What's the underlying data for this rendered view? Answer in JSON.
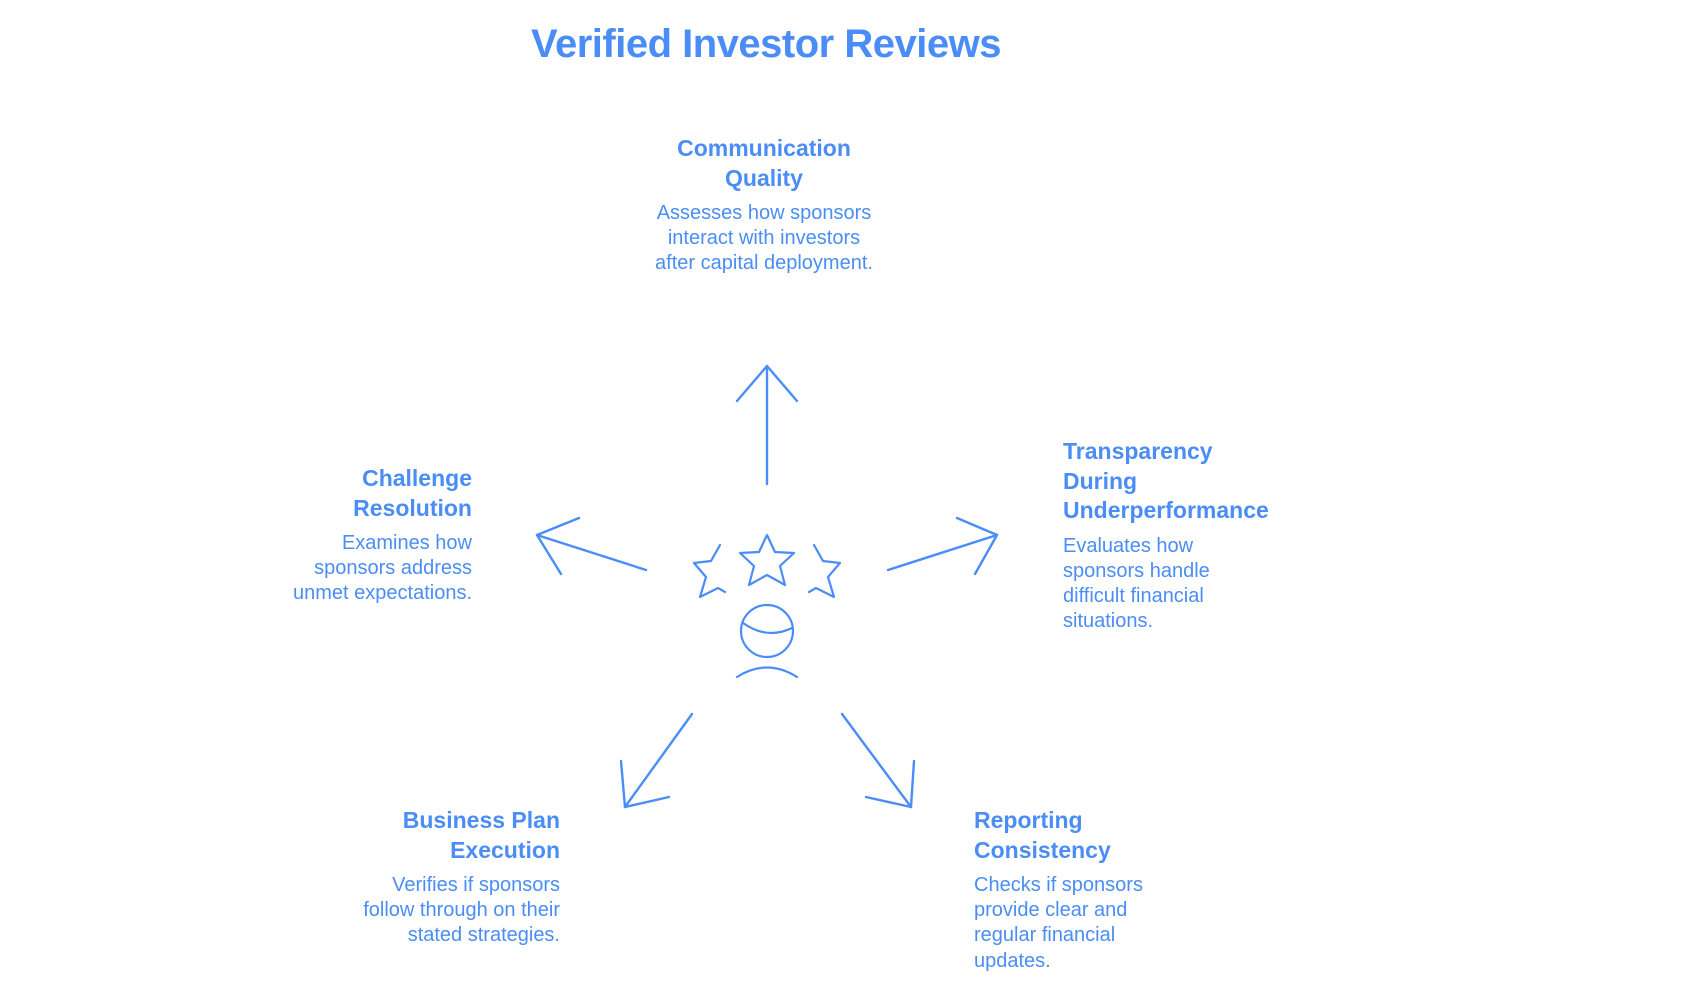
{
  "title": "Verified Investor Reviews",
  "accent_color": "#4a8df6",
  "center_icon": "investor-rating-stars-icon",
  "items": [
    {
      "heading": "Communication Quality",
      "description": "Assesses how sponsors interact with investors after capital deployment."
    },
    {
      "heading": "Transparency During Underperformance",
      "description": "Evaluates how sponsors handle difficult financial situations."
    },
    {
      "heading": "Reporting Consistency",
      "description": "Checks if sponsors provide clear and regular financial updates."
    },
    {
      "heading": "Business Plan Execution",
      "description": "Verifies if sponsors follow through on their stated strategies."
    },
    {
      "heading": "Challenge Resolution",
      "description": "Examines how sponsors address unmet expectations."
    }
  ]
}
